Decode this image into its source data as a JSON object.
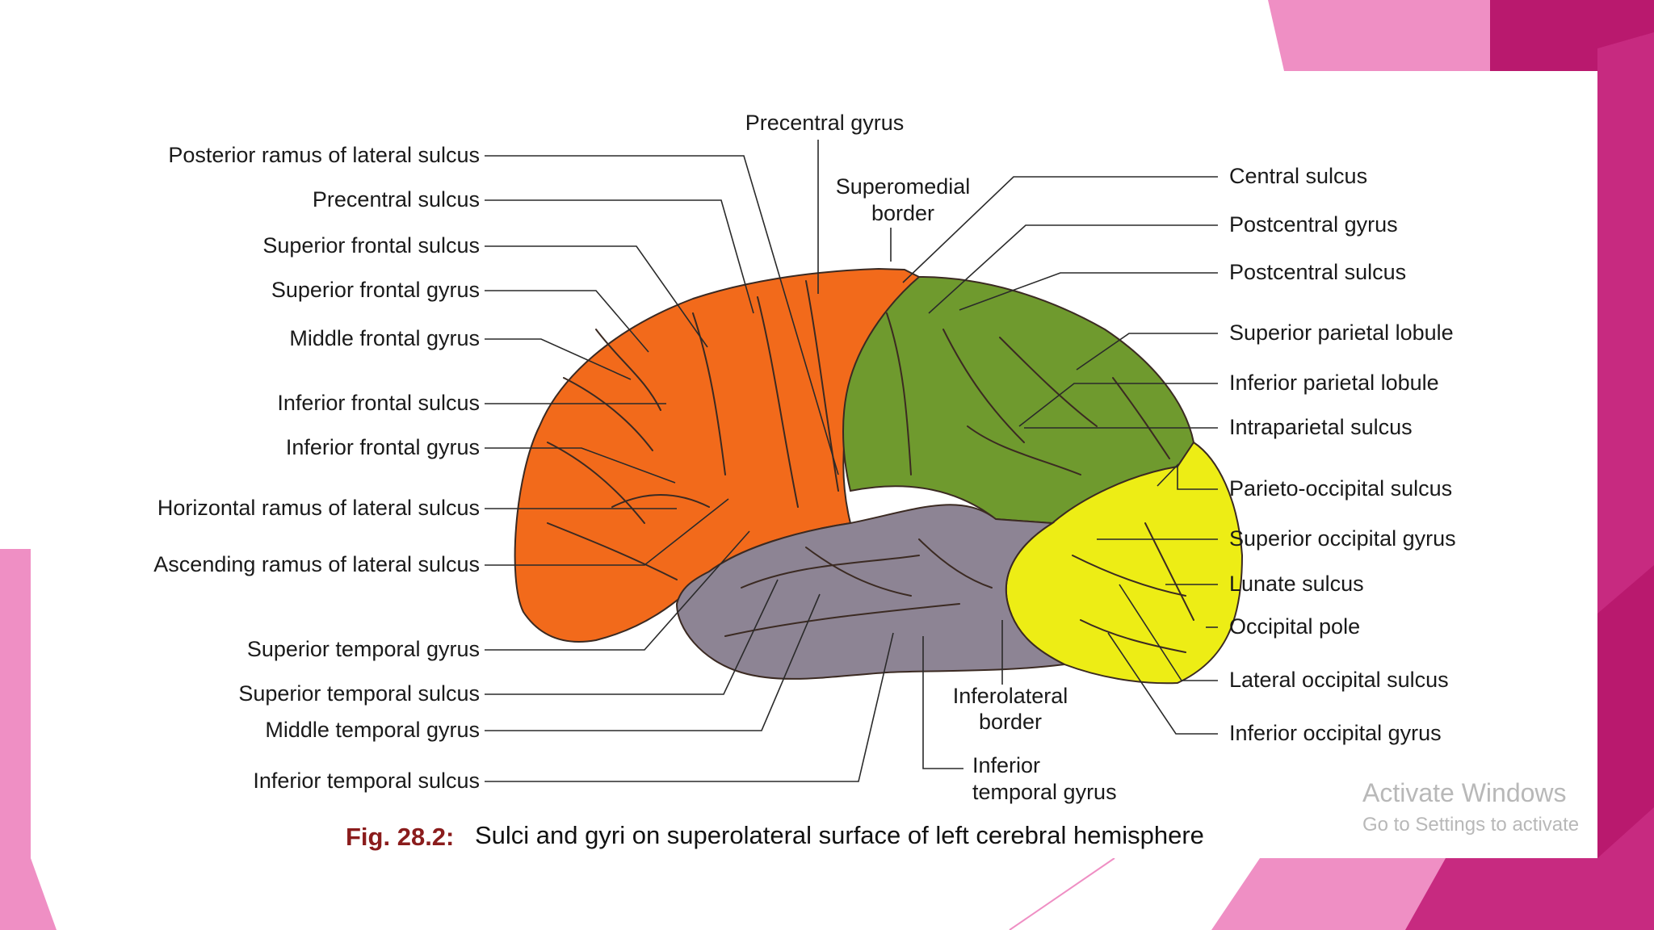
{
  "colors": {
    "frontal_lobe": "#f26a1b",
    "parietal_lobe": "#6f9a2e",
    "temporal_lobe": "#8d8494",
    "occipital_lobe": "#eded15",
    "slide_accent_dark": "#b9196e",
    "slide_accent_light": "#ef8fc4",
    "caption_number": "#8a1c1c"
  },
  "left_labels": [
    "Posterior ramus of lateral sulcus",
    "Precentral sulcus",
    "Superior frontal sulcus",
    "Superior frontal gyrus",
    "Middle frontal gyrus",
    "Inferior frontal sulcus",
    "Inferior frontal gyrus",
    "Horizontal ramus of lateral sulcus",
    "Ascending ramus of lateral sulcus",
    "Superior temporal gyrus",
    "Superior temporal sulcus",
    "Middle temporal gyrus",
    "Inferior temporal sulcus"
  ],
  "right_labels": [
    "Central sulcus",
    "Postcentral gyrus",
    "Postcentral sulcus",
    "Superior parietal lobule",
    "Inferior parietal lobule",
    "Intraparietal sulcus",
    "Parieto-occipital sulcus",
    "Superior occipital gyrus",
    "Lunate sulcus",
    "Occipital pole",
    "Lateral occipital sulcus",
    "Inferior occipital gyrus"
  ],
  "top_labels": {
    "precentral_gyrus": "Precentral gyrus",
    "superomedial_1": "Superomedial",
    "superomedial_2": "border"
  },
  "bottom_labels": {
    "inferolateral_1": "Inferolateral",
    "inferolateral_2": "border",
    "inferior_temporal_1": "Inferior",
    "inferior_temporal_2": "temporal gyrus"
  },
  "caption": {
    "number": "Fig. 28.2:",
    "text": "Sulci and gyri on superolateral surface of left cerebral hemisphere"
  },
  "watermark": {
    "line1": "Activate Windows",
    "line2": "Go to Settings to activate"
  }
}
